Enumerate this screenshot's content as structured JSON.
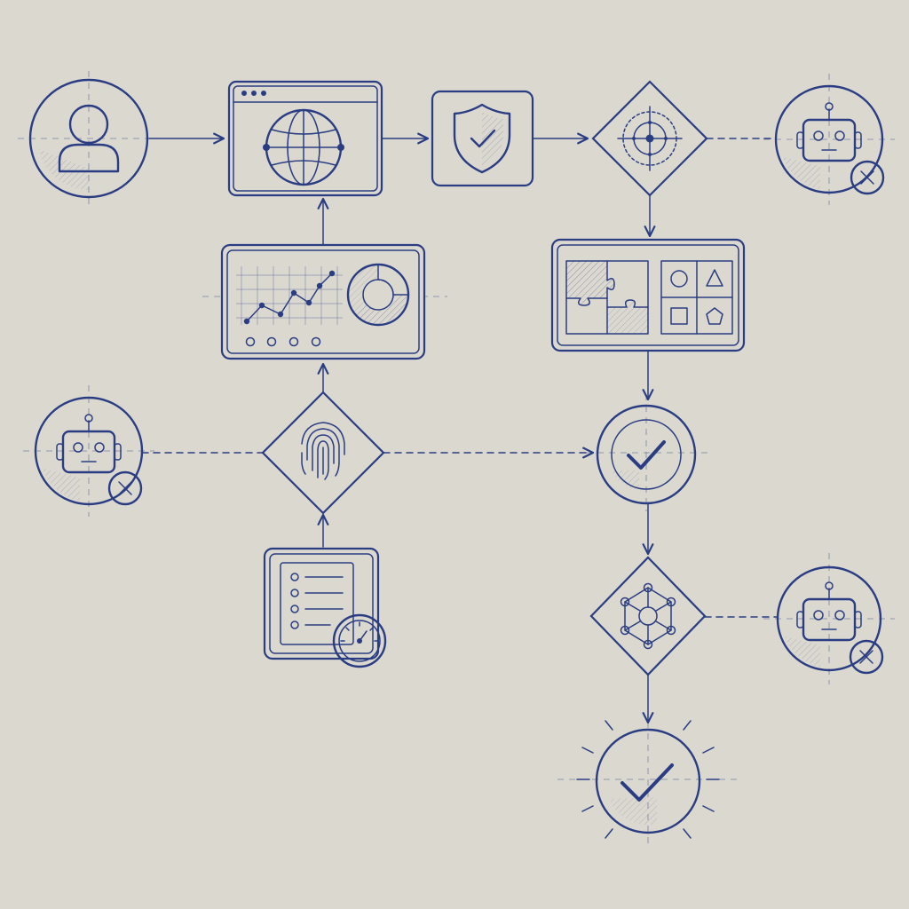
{
  "diagram": {
    "nodes": [
      {
        "id": "user",
        "kind": "circle",
        "icon": "user-icon"
      },
      {
        "id": "web-browser",
        "kind": "rounded-rect",
        "icon": "globe-icon"
      },
      {
        "id": "security-shield",
        "kind": "rounded-rect",
        "icon": "shield-check-icon"
      },
      {
        "id": "target-decision",
        "kind": "diamond",
        "icon": "crosshair-icon"
      },
      {
        "id": "bot-blocked-top",
        "kind": "circle",
        "icon": "robot-icon",
        "status": "blocked"
      },
      {
        "id": "analytics-dashboard",
        "kind": "rounded-rect",
        "icon": "chart-icon"
      },
      {
        "id": "puzzle-captcha",
        "kind": "rounded-rect",
        "icon": "puzzle-shapes-icon"
      },
      {
        "id": "bot-blocked-middle",
        "kind": "circle",
        "icon": "robot-icon",
        "status": "blocked"
      },
      {
        "id": "fingerprint-decision",
        "kind": "diamond",
        "icon": "fingerprint-icon"
      },
      {
        "id": "verified-check",
        "kind": "circle",
        "icon": "checkmark-icon"
      },
      {
        "id": "checklist-timer",
        "kind": "rounded-rect",
        "icon": "checklist-gauge-icon"
      },
      {
        "id": "network-decision",
        "kind": "diamond",
        "icon": "network-icon"
      },
      {
        "id": "bot-blocked-bottom",
        "kind": "circle",
        "icon": "robot-icon",
        "status": "blocked"
      },
      {
        "id": "final-approved",
        "kind": "circle",
        "icon": "checkmark-icon"
      }
    ],
    "edges": [
      {
        "from": "user",
        "to": "web-browser",
        "style": "solid"
      },
      {
        "from": "web-browser",
        "to": "security-shield",
        "style": "solid"
      },
      {
        "from": "security-shield",
        "to": "target-decision",
        "style": "solid"
      },
      {
        "from": "target-decision",
        "to": "bot-blocked-top",
        "style": "dashed"
      },
      {
        "from": "target-decision",
        "to": "puzzle-captcha",
        "style": "solid"
      },
      {
        "from": "analytics-dashboard",
        "to": "web-browser",
        "style": "solid"
      },
      {
        "from": "fingerprint-decision",
        "to": "analytics-dashboard",
        "style": "solid"
      },
      {
        "from": "bot-blocked-middle",
        "to": "fingerprint-decision",
        "style": "dashed"
      },
      {
        "from": "fingerprint-decision",
        "to": "verified-check",
        "style": "dashed"
      },
      {
        "from": "checklist-timer",
        "to": "fingerprint-decision",
        "style": "solid"
      },
      {
        "from": "puzzle-captcha",
        "to": "verified-check",
        "style": "solid"
      },
      {
        "from": "verified-check",
        "to": "network-decision",
        "style": "solid"
      },
      {
        "from": "network-decision",
        "to": "bot-blocked-bottom",
        "style": "dashed"
      },
      {
        "from": "network-decision",
        "to": "final-approved",
        "style": "solid"
      }
    ]
  },
  "colors": {
    "ink": "#2a3d82",
    "paper": "#dbd8d0"
  }
}
